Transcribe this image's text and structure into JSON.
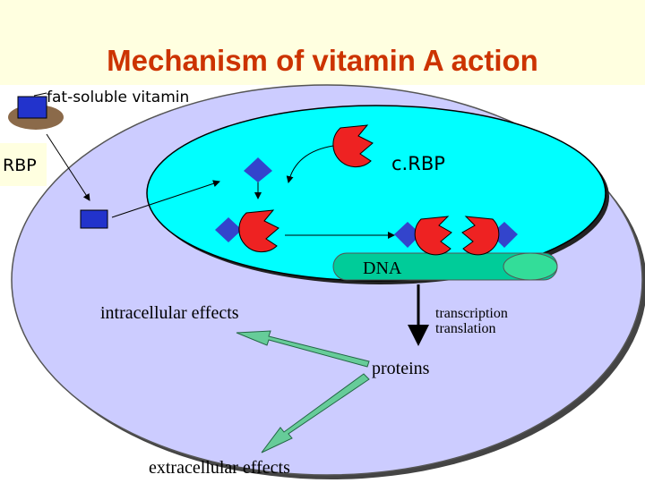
{
  "title": "Mechanism of vitamin A action",
  "labels": {
    "fat_soluble_vitamin": "fat-soluble vitamin",
    "rbp": "RBP",
    "crbp": "c.RBP",
    "dna": "DNA",
    "transcription": "transcription",
    "translation": "translation",
    "intracellular_effects": "intracellular effects",
    "proteins": "proteins",
    "extracellular_effects": "extracellular effects"
  },
  "colors": {
    "title_text": "#cc3300",
    "title_band": "#ffffe0",
    "cell": "#ccccff",
    "nucleus": "#00ffff",
    "dna_bar": "#00cc99",
    "retinol": "#3333cc",
    "rbp_protein": "#ee2222",
    "arrow_green": "#66cc99"
  }
}
